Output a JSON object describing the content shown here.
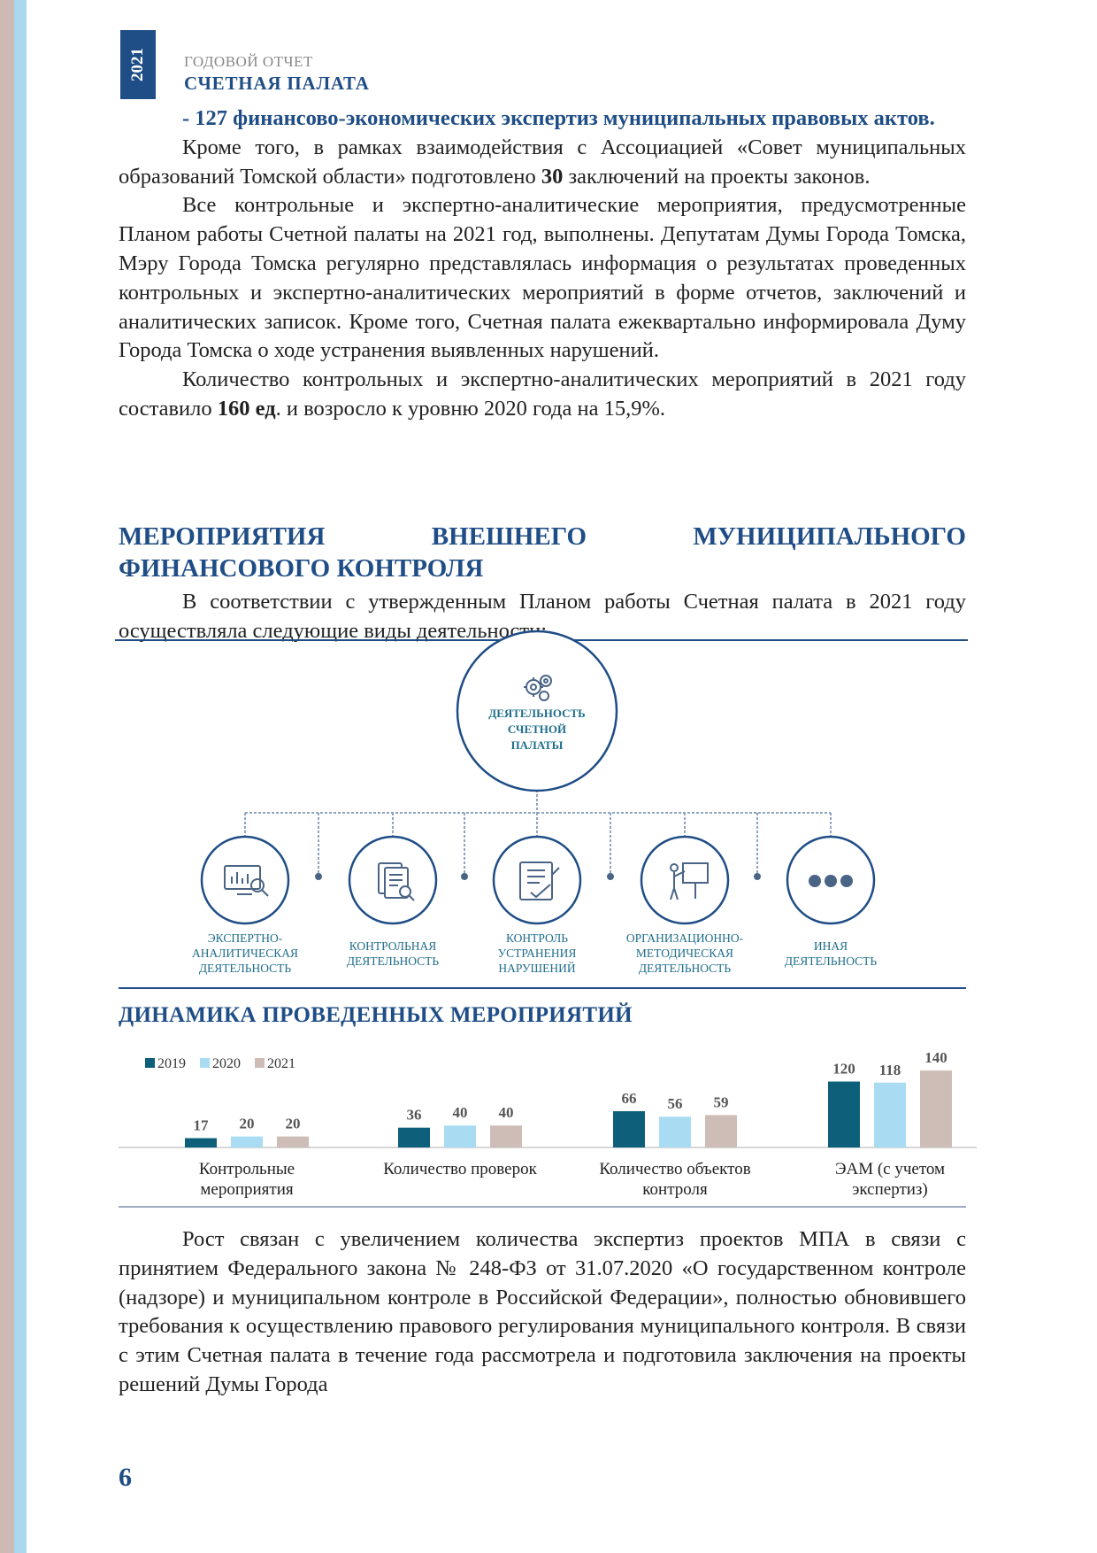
{
  "header": {
    "year": "2021",
    "line1": "ГОДОВОЙ ОТЧЕТ",
    "line2": "СЧЕТНАЯ ПАЛАТА"
  },
  "paragraphs": {
    "p1_bold": "- 127 финансово-экономических экспертиз муниципальных правовых актов.",
    "p2_a": "Кроме того, в рамках взаимодействия с Ассоциацией «Совет муниципальных образований Томской области» подготовлено ",
    "p2_b": "30",
    "p2_c": " заключений на проекты законов.",
    "p3": "Все контрольные и экспертно-аналитические мероприятия, предусмотренные Планом работы Счетной палаты на 2021 год, выполнены. Депутатам Думы Города Томска, Мэру Города Томска регулярно представлялась информация о результатах проведенных контрольных и экспертно-аналитических мероприятий в форме отчетов, заключений и аналитических записок. Кроме того, Счетная палата ежеквартально информировала Думу Города Томска о ходе устранения выявленных нарушений.",
    "p4_a": "Количество контрольных и экспертно-аналитических мероприятий в 2021 году составило ",
    "p4_b": "160 ед",
    "p4_c": ". и возросло к уровню 2020 года на 15,9%."
  },
  "section": {
    "title_w1": "МЕРОПРИЯТИЯ",
    "title_w2": "ВНЕШНЕГО",
    "title_w3": "МУНИЦИПАЛЬНОГО",
    "title_line2": "ФИНАНСОВОГО КОНТРОЛЯ",
    "intro": "В соответствии с утвержденным Планом работы Счетная палата в 2021 году осуществляла следующие виды деятельности:"
  },
  "diagram": {
    "center": [
      "ДЕЯТЕЛЬНОСТЬ",
      "СЧЕТНОЙ",
      "ПАЛАТЫ"
    ],
    "nodes": [
      {
        "icon": "analytics-monitor-icon",
        "label": [
          "ЭКСПЕРТНО-",
          "АНАЛИТИЧЕСКАЯ",
          "ДЕЯТЕЛЬНОСТЬ"
        ]
      },
      {
        "icon": "document-inspection-icon",
        "label": [
          "КОНТРОЛЬНАЯ",
          "ДЕЯТЕЛЬНОСТЬ"
        ]
      },
      {
        "icon": "checklist-icon",
        "label": [
          "КОНТРОЛЬ",
          "УСТРАНЕНИЯ",
          "НАРУШЕНИЙ"
        ]
      },
      {
        "icon": "presentation-icon",
        "label": [
          "ОРГАНИЗАЦИОННО-",
          "МЕТОДИЧЕСКАЯ",
          "ДЕЯТЕЛЬНОСТЬ"
        ]
      },
      {
        "icon": "ellipsis-icon",
        "label": [
          "ИНАЯ",
          "ДЕЯТЕЛЬНОСТЬ"
        ]
      }
    ]
  },
  "chart_title": "ДИНАМИКА ПРОВЕДЕННЫХ МЕРОПРИЯТИЙ",
  "chart_data": {
    "type": "bar",
    "categories": [
      [
        "Контрольные",
        "мероприятия"
      ],
      [
        "Количество проверок"
      ],
      [
        "Количество объектов",
        "контроля"
      ],
      [
        "ЭАМ (с учетом",
        "экспертиз)"
      ]
    ],
    "series": [
      {
        "name": "2019",
        "color": "#0e5f7a",
        "values": [
          17,
          36,
          66,
          120
        ]
      },
      {
        "name": "2020",
        "color": "#a9dcf2",
        "values": [
          20,
          40,
          56,
          118
        ]
      },
      {
        "name": "2021",
        "color": "#cdbdb6",
        "values": [
          20,
          40,
          59,
          140
        ]
      }
    ],
    "legend": "top-left",
    "ylim": [
      0,
      145
    ]
  },
  "closing": "Рост связан с увеличением количества экспертиз проектов МПА в связи с принятием Федерального закона № 248-ФЗ от 31.07.2020 «О государственном контроле (надзоре) и муниципальном контроле в Российской Федерации», полностью обновившего требования к осуществлению правового регулирования муниципального контроля. В связи с этим Счетная палата в течение года рассмотрела и подготовила заключения на проекты решений Думы Города",
  "page_number": "6"
}
